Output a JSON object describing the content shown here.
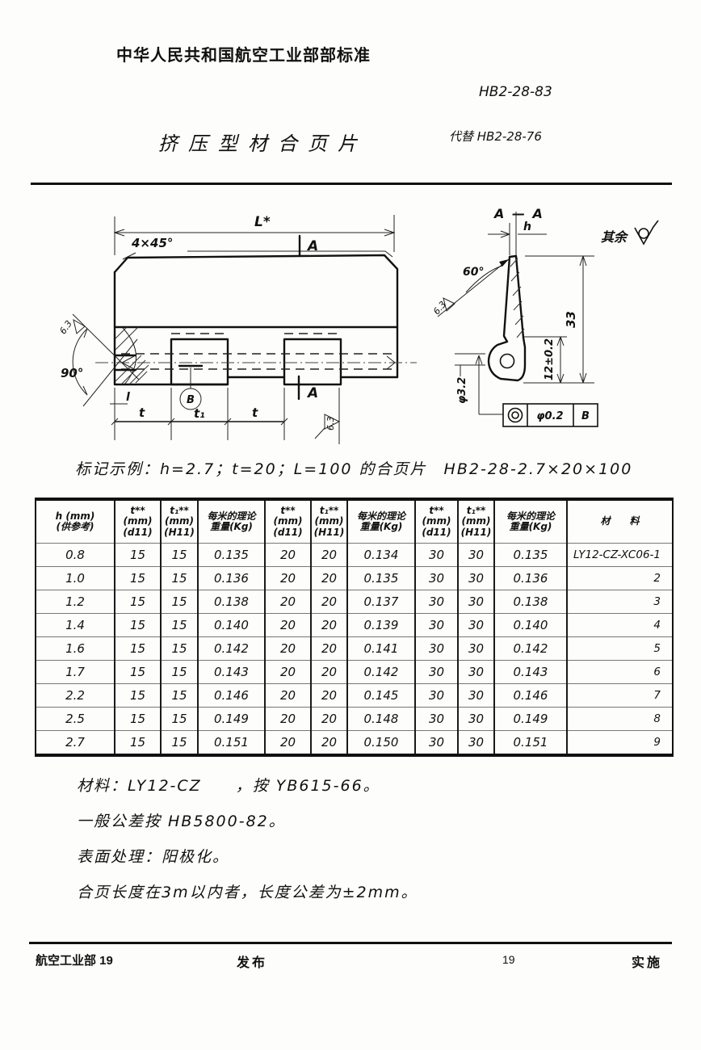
{
  "header": {
    "org_standard": "中华人民共和国航空工业部部标准",
    "standard_no": "HB2-28-83",
    "title": "挤压型材合页片",
    "replaces": "代替 HB2-28-76"
  },
  "marking_example": "标记示例：h=2.7；t=20；L=100 的合页片　HB2-28-2.7×20×100",
  "drawing_left": {
    "dim_L": "L*",
    "chamfer": "4×45°",
    "section_label": "A",
    "angle_90": "90°",
    "roughness": "6.3",
    "datum_b": "B",
    "dim_l": "l",
    "dim_t": "t",
    "dim_t1": "t₁"
  },
  "drawing_right": {
    "section_title": "A — A",
    "dim_h": "h",
    "angle_60": "60°",
    "roughness": "6.3",
    "dim_33": "33",
    "dim_12": "12±0.2",
    "dim_hole": "φ3.2",
    "others_label": "其余",
    "fcf_tolerance": "φ0.2",
    "fcf_datum": "B"
  },
  "table": {
    "headers": [
      [
        "h (mm)",
        "(供参考)"
      ],
      [
        "t**",
        "(mm)",
        "(d11)"
      ],
      [
        "t₁**",
        "(mm)",
        "(H11)"
      ],
      [
        "每米的理论",
        "重量(Kg)"
      ],
      [
        "t**",
        "(mm)",
        "(d11)"
      ],
      [
        "t₁**",
        "(mm)",
        "(H11)"
      ],
      [
        "每米的理论",
        "重量(Kg)"
      ],
      [
        "t**",
        "(mm)",
        "(d11)"
      ],
      [
        "t₁**",
        "(mm)",
        "(H11)"
      ],
      [
        "每米的理论",
        "重量(Kg)"
      ],
      [
        "材　　料"
      ]
    ],
    "rows": [
      [
        "0.8",
        "15",
        "15",
        "0.135",
        "20",
        "20",
        "0.134",
        "30",
        "30",
        "0.135",
        "LY12-CZ-XC06-1"
      ],
      [
        "1.0",
        "15",
        "15",
        "0.136",
        "20",
        "20",
        "0.135",
        "30",
        "30",
        "0.136",
        "2"
      ],
      [
        "1.2",
        "15",
        "15",
        "0.138",
        "20",
        "20",
        "0.137",
        "30",
        "30",
        "0.138",
        "3"
      ],
      [
        "1.4",
        "15",
        "15",
        "0.140",
        "20",
        "20",
        "0.139",
        "30",
        "30",
        "0.140",
        "4"
      ],
      [
        "1.6",
        "15",
        "15",
        "0.142",
        "20",
        "20",
        "0.141",
        "30",
        "30",
        "0.142",
        "5"
      ],
      [
        "1.7",
        "15",
        "15",
        "0.143",
        "20",
        "20",
        "0.142",
        "30",
        "30",
        "0.143",
        "6"
      ],
      [
        "2.2",
        "15",
        "15",
        "0.146",
        "20",
        "20",
        "0.145",
        "30",
        "30",
        "0.146",
        "7"
      ],
      [
        "2.5",
        "15",
        "15",
        "0.149",
        "20",
        "20",
        "0.148",
        "30",
        "30",
        "0.149",
        "8"
      ],
      [
        "2.7",
        "15",
        "15",
        "0.151",
        "20",
        "20",
        "0.150",
        "30",
        "30",
        "0.151",
        "9"
      ]
    ]
  },
  "notes": [
    "材料：LY12-CZ　　，按 YB615-66。",
    "一般公差按 HB5800-82。",
    "表面处理：阳极化。",
    "合页长度在3m以内者，长度公差为±2mm。"
  ],
  "footer": {
    "issuer": "航空工业部 19",
    "publish": "发布",
    "page_no": "19",
    "implement": "实施"
  }
}
